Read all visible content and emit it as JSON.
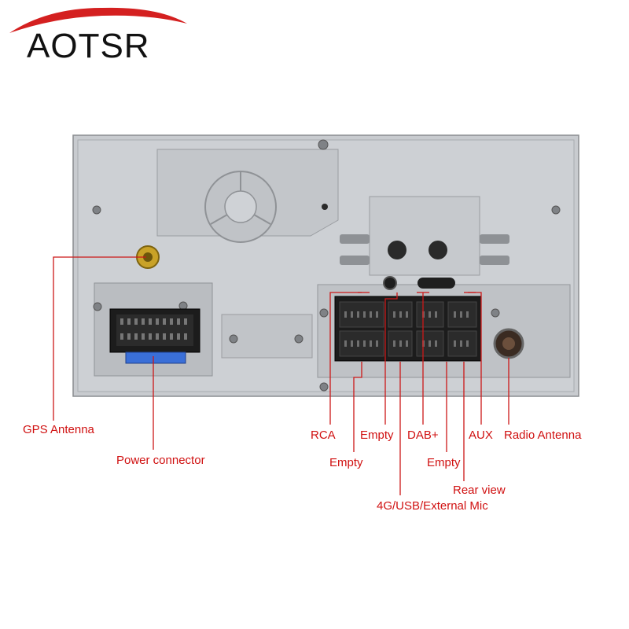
{
  "brand": {
    "name": "AOTSR"
  },
  "colors": {
    "label": "#d01010",
    "leader_line": "#cc1818",
    "panel": "#c9ccd0",
    "connector": "#1c1c1c",
    "fuse": "#3a6fd8",
    "gps_connector": "#c9a227"
  },
  "labels": {
    "gps_antenna": "GPS Antenna",
    "power_connector": "Power connector",
    "rca": "RCA",
    "empty_1": "Empty",
    "empty_2": "Empty",
    "dab": "DAB+",
    "empty_3": "Empty",
    "aux": "AUX",
    "radio_antenna": "Radio Antenna",
    "rear_view": "Rear view",
    "usb_mic": "4G/USB/External Mic"
  }
}
